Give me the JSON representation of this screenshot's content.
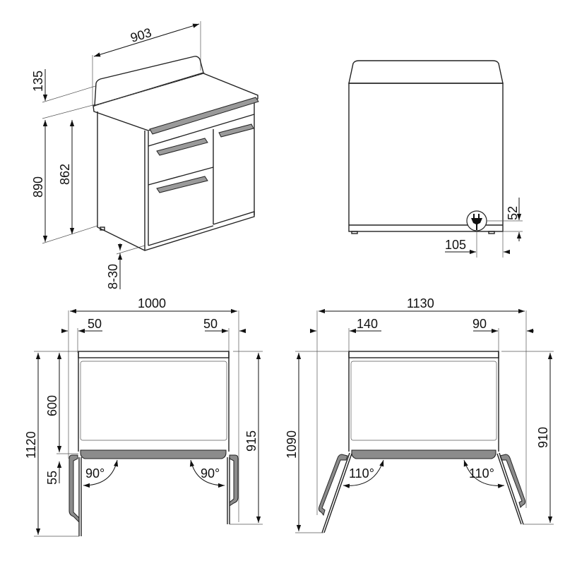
{
  "iso_view": {
    "width": "903",
    "backguard_height": "135",
    "total_height": "890",
    "worktop_height": "862",
    "feet_adjust": "8-30"
  },
  "side_view": {
    "socket_height": "52",
    "socket_offset": "105",
    "icon": "power-plug-icon"
  },
  "plan_view_90": {
    "total_width": "1000",
    "left_margin": "50",
    "right_margin": "50",
    "body_depth": "600",
    "handle_depth": "55",
    "total_depth": "1120",
    "right_depth": "915",
    "left_angle": "90°",
    "right_angle": "90°"
  },
  "plan_view_110": {
    "total_width": "1130",
    "left_margin": "140",
    "right_margin": "90",
    "total_depth": "1090",
    "right_depth": "910",
    "left_angle": "110°",
    "right_angle": "110°"
  }
}
